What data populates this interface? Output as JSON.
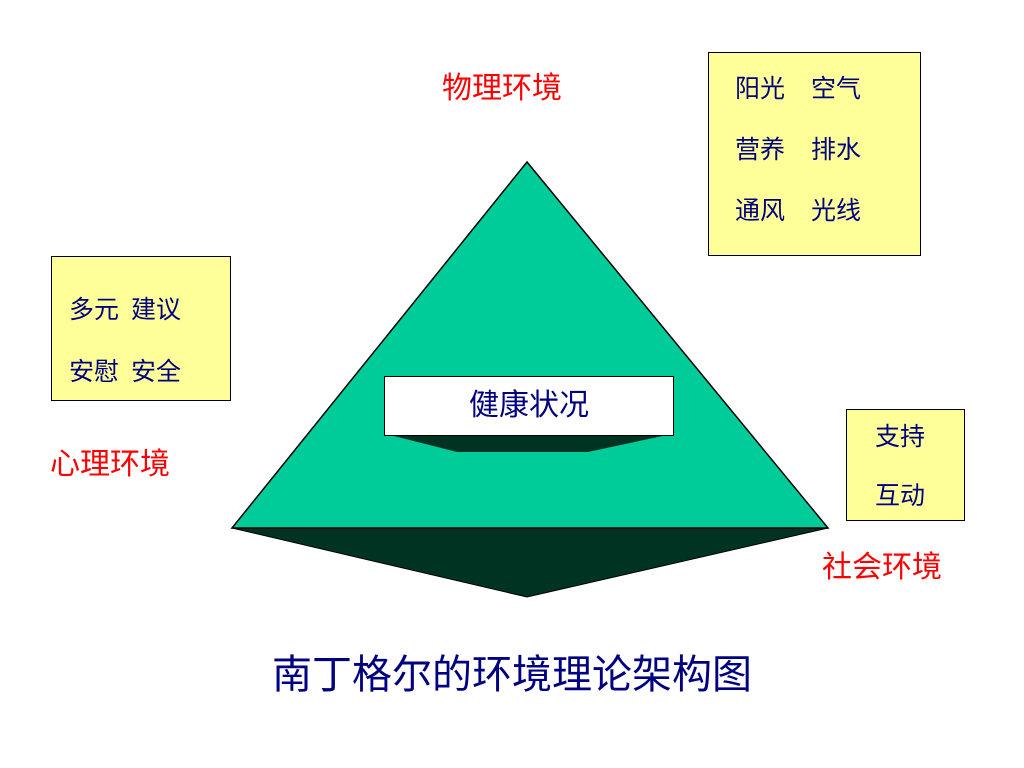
{
  "labels": {
    "physical": "物理环境",
    "psychological": "心理环境",
    "social": "社会环境"
  },
  "physical_box": {
    "rows": [
      [
        "阳光",
        "空气"
      ],
      [
        "营养",
        "排水"
      ],
      [
        "通风",
        "光线"
      ]
    ]
  },
  "psychological_box": {
    "rows": [
      [
        "多元",
        "建议"
      ],
      [
        "安慰",
        "安全"
      ]
    ]
  },
  "social_box": {
    "rows": [
      "支持",
      "互动"
    ]
  },
  "center_label": "健康状况",
  "caption": "南丁格尔的环境理论架构图",
  "colors": {
    "pyramid_face": "#00cc99",
    "pyramid_shadow": "#003322",
    "label_red": "#ff0000",
    "text_navy": "#000080",
    "box_yellow": "#ffff99"
  }
}
